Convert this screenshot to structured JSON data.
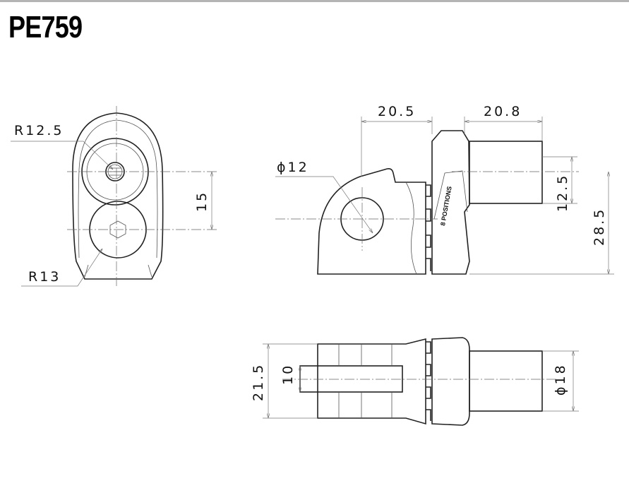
{
  "title": "PE759",
  "front_view": {
    "radius_upper": "R12.5",
    "radius_lower": "R13",
    "height": "15"
  },
  "side_view": {
    "width_left": "20.5",
    "width_right": "20.8",
    "hole_diameter": "ϕ12",
    "offset": "12.5",
    "height": "28.5",
    "engraving": "8 POSITIONS"
  },
  "top_view": {
    "width": "21.5",
    "slot": "10",
    "diameter": "ϕ18"
  }
}
